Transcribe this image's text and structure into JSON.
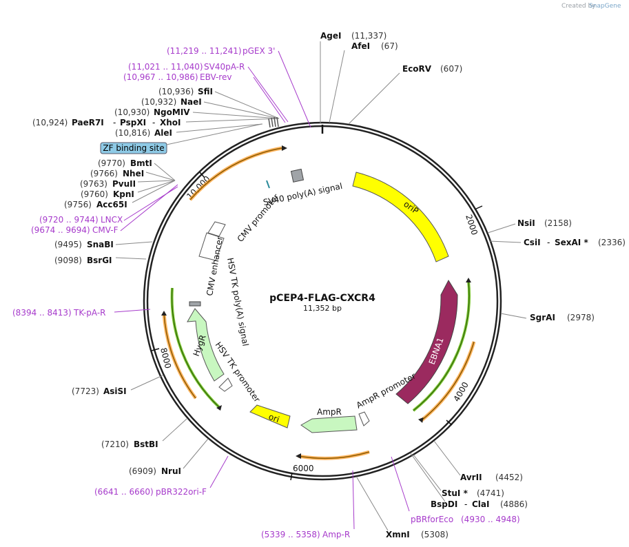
{
  "header": {
    "created_by": "Created by",
    "brand": "SnapGene"
  },
  "plasmid": {
    "name": "pCEP4-FLAG-CXCR4",
    "size": "11,352 bp"
  },
  "ticks": [
    "2000",
    "4000",
    "6000",
    "8000",
    "10,000"
  ],
  "zf_site": "ZF binding site",
  "features": {
    "orip": "oriP",
    "ebna1": "EBNA1",
    "sv40": "SV40 poly(A) signal",
    "cmv_promoter": "CMV promoter",
    "cmv_enhancer": "CMV enhancer",
    "hsv_polya": "HSV TK poly(A) signal",
    "hygr": "HygR",
    "hsv_promoter": "HSV TK promoter",
    "ori": "ori",
    "ampr": "AmpR",
    "ampr_promoter": "AmpR promoter"
  },
  "sites": {
    "agei": {
      "name": "AgeI",
      "coord": "(11,337)"
    },
    "afei": {
      "name": "AfeI",
      "coord": "(67)"
    },
    "ecorv": {
      "name": "EcoRV",
      "coord": "(607)"
    },
    "nsii": {
      "name": "NsiI",
      "coord": "(2158)"
    },
    "csii": {
      "name": "CsiI",
      "name2": "SexAI *",
      "coord": "(2336)"
    },
    "sgrai": {
      "name": "SgrAI",
      "coord": "(2978)"
    },
    "avrii": {
      "name": "AvrII",
      "coord": "(4452)"
    },
    "stui": {
      "name": "StuI *",
      "coord": "(4741)"
    },
    "bspdi": {
      "name": "BspDI",
      "name2": "ClaI",
      "coord": "(4886)"
    },
    "xmni": {
      "name": "XmnI",
      "coord": "(5308)"
    },
    "nrui": {
      "name": "NruI",
      "coord": "(6909)"
    },
    "bstbi": {
      "name": "BstBI",
      "coord": "(7210)"
    },
    "asisi": {
      "name": "AsiSI",
      "coord": "(7723)"
    },
    "bsrgi": {
      "name": "BsrGI",
      "coord": "(9098)"
    },
    "snabi": {
      "name": "SnaBI",
      "coord": "(9495)"
    },
    "acc65i": {
      "name": "Acc65I",
      "coord": "(9756)"
    },
    "kpni": {
      "name": "KpnI",
      "coord": "(9760)"
    },
    "pvuii": {
      "name": "PvuII",
      "coord": "(9763)"
    },
    "nhei": {
      "name": "NheI",
      "coord": "(9766)"
    },
    "bmti": {
      "name": "BmtI",
      "coord": "(9770)"
    },
    "alei": {
      "name": "AleI",
      "coord": "(10,816)"
    },
    "paer7i": {
      "name": "PaeR7I",
      "name2": "PspXI",
      "name3": "XhoI",
      "coord": "(10,924)"
    },
    "ngomiv": {
      "name": "NgoMIV",
      "coord": "(10,930)"
    },
    "naei": {
      "name": "NaeI",
      "coord": "(10,932)"
    },
    "sfii": {
      "name": "SfiI",
      "coord": "(10,936)"
    }
  },
  "primers": {
    "pgex3": {
      "name": "pGEX 3'",
      "coord": "(11,219 .. 11,241)"
    },
    "sv40par": {
      "name": "SV40pA-R",
      "coord": "(11,021 .. 11,040)"
    },
    "ebvrev": {
      "name": "EBV-rev",
      "coord": "(10,967 .. 10,986)"
    },
    "lncx": {
      "name": "LNCX",
      "coord": "(9720 .. 9744)"
    },
    "cmvf": {
      "name": "CMV-F",
      "coord": "(9674 .. 9694)"
    },
    "tkpar": {
      "name": "TK-pA-R",
      "coord": "(8394 .. 8413)"
    },
    "pbr322": {
      "name": "pBR322ori-F",
      "coord": "(6641 .. 6660)"
    },
    "pbrfor": {
      "name": "pBRforEco",
      "coord": "(4930 .. 4948)"
    },
    "ampr": {
      "name": "Amp-R",
      "coord": "(5339 .. 5358)"
    }
  },
  "colors": {
    "orip": "#ffff00",
    "ebna1": "#9b2a5f",
    "hygr": "#c8f7c0",
    "ampr": "#c8f7c0",
    "ori": "#ffff00",
    "primer": "#a63acb",
    "orange_arc": "#ff9d2e",
    "green_arc": "#5cb800",
    "zf_fill": "#8ecae6"
  }
}
